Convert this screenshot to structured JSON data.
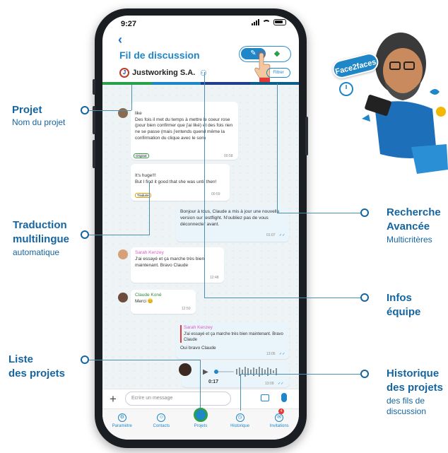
{
  "phone": {
    "time": "9:27",
    "back": "‹",
    "title": "Fil de discussion",
    "company": "Justworking S.A.",
    "filter_label": "Filtrer",
    "stripe_colors": [
      "#2aa04a",
      "#1f86c7",
      "#1d3f8c",
      "#0f5e8a"
    ]
  },
  "messages": [
    {
      "text": "like\nDes fois il met du temps à mettre le coeur rose (pour bien confirmer que j'ai liké) et des fois rien ne se passe (mais j'entends quend même la confirmation du clique avec le son)",
      "tag": "Original",
      "time": "00:58"
    },
    {
      "text": "It's huge!!!\nBut I find it good that she was until then!",
      "tag": "Traduire",
      "time": "00:59"
    },
    {
      "text": "Bonjour à tous, Claude a mis à jour une nouvelle version sur testflight. N'oubliez pas de vous déconnecter  avant.",
      "time": "01:07"
    },
    {
      "sender": "Sarah Kenzey",
      "text": "J'ai essayé et ça marche très bien maintenant. Bravo Claude",
      "time": "12:48"
    },
    {
      "sender": "Claude Koné",
      "text": "Merci  😊",
      "time": "12:50"
    },
    {
      "quote_sender": "Sarah Kenzey",
      "quote_text": "J'ai essayé et ça marche très bien maintenant. Bravo Claude",
      "text": "Oui bravo Claude",
      "time": "13:05"
    },
    {
      "voice_duration": "0:17",
      "time": "13:09"
    }
  ],
  "input": {
    "placeholder": "Ecrire un message"
  },
  "tabs": [
    {
      "label": "Paramètre"
    },
    {
      "label": "Contacts"
    },
    {
      "label": "Projets"
    },
    {
      "label": "Historique"
    },
    {
      "label": "Invitations",
      "badge": "4"
    }
  ],
  "annotations": {
    "projet_title": "Projet",
    "projet_sub": "Nom du projet",
    "traduction_l1": "Traduction",
    "traduction_l2": "multilingue",
    "traduction_sub": "automatique",
    "liste_l1": "Liste",
    "liste_l2": "des projets",
    "recherche_l1": "Recherche",
    "recherche_l2": "Avancée",
    "recherche_sub": "Multicritères",
    "infos_l1": "Infos",
    "infos_l2": "équipe",
    "historique_l1": "Historique",
    "historique_l2": "des projets",
    "historique_sub1": "des fils de",
    "historique_sub2": "discussion"
  },
  "brand_badge": "Face2faces",
  "colors": {
    "accent": "#1f86c7",
    "annotation": "#1565a0",
    "green": "#2aa04a"
  }
}
